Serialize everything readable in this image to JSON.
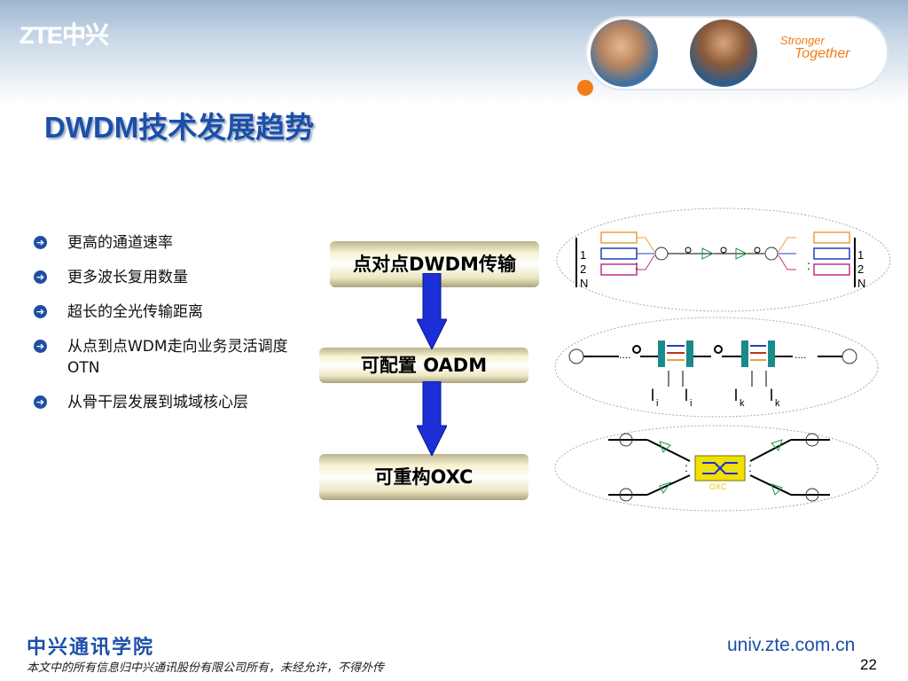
{
  "header": {
    "logo": "ZTE中兴",
    "slogan_line1": "Stronger",
    "slogan_line2": "Together"
  },
  "title": "DWDM技术发展趋势",
  "bullets": [
    {
      "text": "更高的通道速率"
    },
    {
      "text": "更多波长复用数量"
    },
    {
      "text": "超长的全光传输距离"
    },
    {
      "text": "从点到点WDM走向业务灵活调度OTN"
    },
    {
      "text": "从骨干层发展到城域核心层"
    }
  ],
  "stages": [
    {
      "label": "点对点DWDM传输"
    },
    {
      "label": "可配置 OADM"
    },
    {
      "label": "可重构OXC"
    }
  ],
  "diagram1": {
    "left_numbers": [
      "1",
      "2",
      "N"
    ],
    "right_numbers": [
      "1",
      "2",
      "N"
    ]
  },
  "diagram2": {
    "labels": [
      "l",
      "l",
      "l",
      "l"
    ],
    "subscripts": [
      "i",
      "i",
      "k",
      "k"
    ]
  },
  "diagram3": {
    "switch_label": "OXC"
  },
  "footer": {
    "brand": "中兴通讯学院",
    "copyright": "本文中的所有信息归中兴通讯股份有限公司所有，未经允许，不得外传",
    "url": "univ.zte.com.cn",
    "page_number": "22"
  },
  "colors": {
    "title_blue": "#1b4fa8",
    "arrow_blue": "#1a2fd6",
    "accent_orange": "#f07d1a"
  }
}
